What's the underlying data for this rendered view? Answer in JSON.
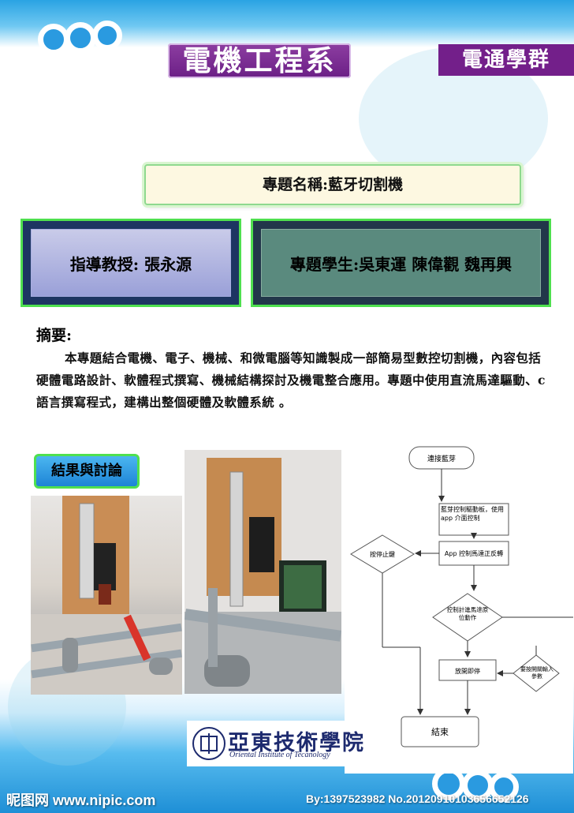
{
  "header": {
    "department": "電機工程系",
    "group": "電通學群"
  },
  "project": {
    "name": "專題名稱:藍牙切割機"
  },
  "advisor": {
    "text": "指導教授:  張永源"
  },
  "students": {
    "text": "專題學生:吳東運 陳偉觀 魏再興"
  },
  "abstract": {
    "heading": "摘要:",
    "body": "本專題結合電機、電子、機械、和微電腦等知識製成一部簡易型數控切割機，內容包括硬體電路設計、軟體程式撰寫、機械結構探討及機電整合應用。專題中使用直流馬達驅動、c語言撰寫程式，建構出整個硬體及軟體系統 。"
  },
  "results": {
    "label": "結果與討論"
  },
  "flowchart": {
    "nodes": {
      "connect": "連接藍芽",
      "control_board": "藍芽控制驅動板，使用app 介面控制",
      "motor_rotate": "App  控制馬達正反轉",
      "stop_key": "按停止鍵",
      "timing_motor": "控制計進馬達原位動作",
      "release_stop": "放開即停",
      "new_params": "要按開關輸入參數",
      "end": "結束"
    }
  },
  "school": {
    "name": "亞東技術學院",
    "english": "Oriental Institute of Tecanology"
  },
  "watermark": {
    "site": "昵图网 www.nipic.com",
    "id": "By:1397523982 No.20120910103656652126"
  },
  "colors": {
    "purple": "#6b1f86",
    "green_border": "#4fe04f",
    "blue": "#2a9ae0"
  }
}
